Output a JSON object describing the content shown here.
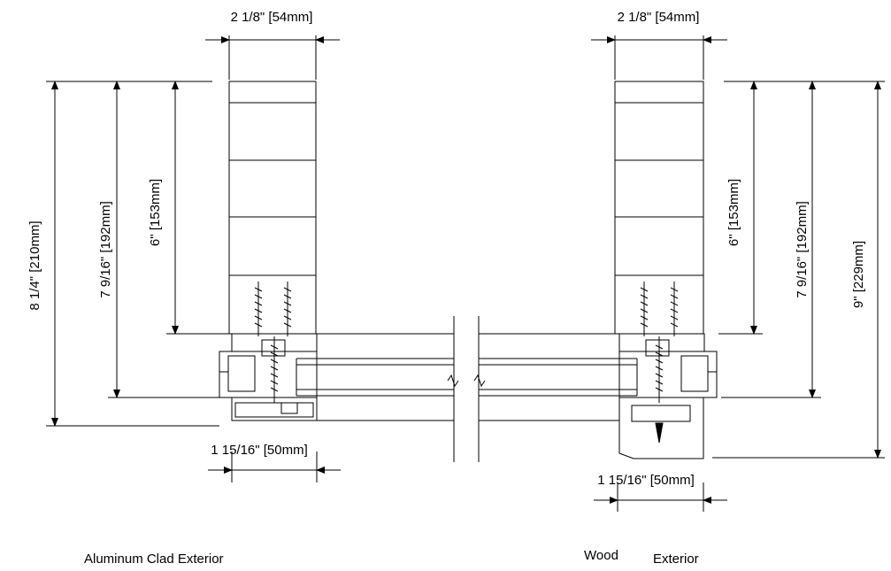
{
  "left_section": {
    "top_width": "2 1/8\" [54mm]",
    "height_outer": "8 1/4\" [210mm]",
    "height_mid": "7 9/16\" [192mm]",
    "height_inner": "6\" [153mm]",
    "bottom_width": "1 15/16\" [50mm]",
    "caption": "Aluminum Clad Exterior"
  },
  "right_section": {
    "top_width": "2 1/8\" [54mm]",
    "height_inner": "6\" [153mm]",
    "height_mid": "7 9/16\" [192mm]",
    "height_outer": "9\" [229mm]",
    "bottom_width": "1 15/16\" [50mm]",
    "caption_a": "Wood",
    "caption_b": "Exterior"
  }
}
